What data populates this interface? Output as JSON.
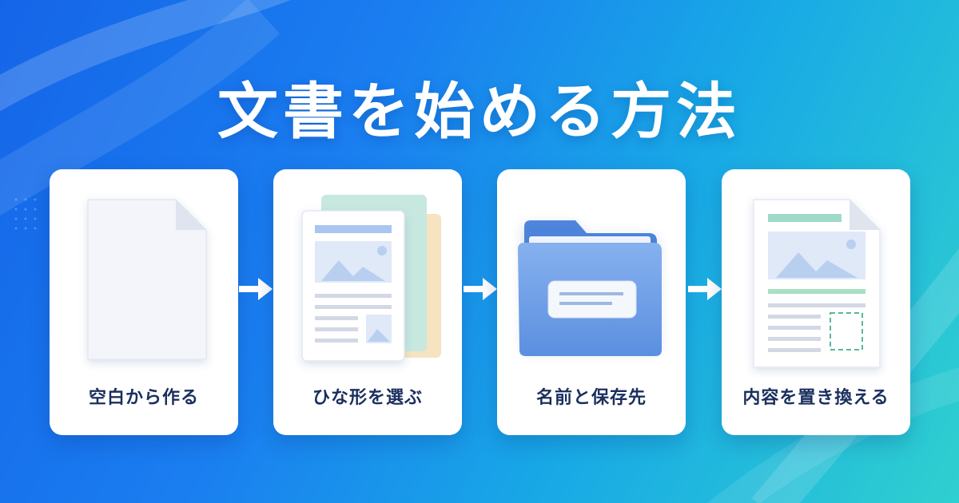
{
  "title": "文書を始める方法",
  "steps": [
    {
      "label": "空白から作る",
      "icon": "blank-document-icon"
    },
    {
      "label": "ひな形を選ぶ",
      "icon": "template-stack-icon"
    },
    {
      "label": "名前と保存先",
      "icon": "folder-icon"
    },
    {
      "label": "内容を置き換える",
      "icon": "edit-document-icon"
    }
  ],
  "colors": {
    "background_start": "#1565e8",
    "background_end": "#2fd0cf",
    "label_text": "#1a2f5e",
    "folder": "#5b8fe0"
  }
}
